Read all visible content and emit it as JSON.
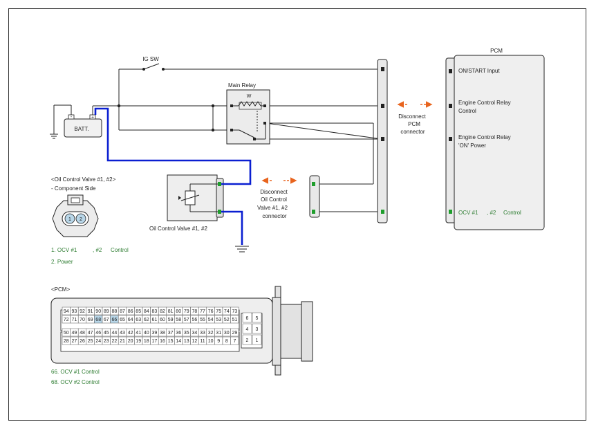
{
  "labels": {
    "ig_sw": "IG SW",
    "main_relay": "Main Relay",
    "batt": "BATT.",
    "batt_minus": "-",
    "batt_plus": "+",
    "pcm": "PCM",
    "on_start": "ON/START Input",
    "ecr_control_1": "Engine Control Relay",
    "ecr_control_2": "Control",
    "ecr_power_1": "Engine Control Relay",
    "ecr_power_2": "'ON' Power",
    "ocv_ctrl_a": "OCV #1",
    "ocv_ctrl_b": ", #2",
    "ocv_ctrl_c": "Control",
    "disc_pcm_1": "Disconnect",
    "disc_pcm_2": "PCM",
    "disc_pcm_3": "connector",
    "disc_ocv_1": "Disconnect",
    "disc_ocv_2": "Oil Control",
    "disc_ocv_3": "Valve #1, #2",
    "disc_ocv_4": "connector",
    "ocv_name": "Oil Control Valve #1, #2",
    "ocv_conn_title": "<Oil Control Valve #1, #2>",
    "ocv_conn_side": "- Component Side",
    "ocv_pin1": "1",
    "ocv_pin2": "2",
    "legend1_a": "1. OCV #1",
    "legend1_b": ", #2",
    "legend1_c": "Control",
    "legend2": "2. Power",
    "pcm_conn_title": "<PCM>",
    "pcm_legend1": "66.    OCV #1 Control",
    "pcm_legend2": "68.    OCV #2 Control"
  },
  "pcm_connector": {
    "row1": [
      "94",
      "93",
      "92",
      "91",
      "90",
      "89",
      "88",
      "87",
      "86",
      "85",
      "84",
      "83",
      "82",
      "81",
      "80",
      "79",
      "78",
      "77",
      "76",
      "75",
      "74",
      "73"
    ],
    "row2": [
      "72",
      "71",
      "70",
      "69",
      "68",
      "67",
      "66",
      "65",
      "64",
      "63",
      "62",
      "61",
      "60",
      "59",
      "58",
      "57",
      "56",
      "55",
      "54",
      "53",
      "52",
      "51"
    ],
    "row3": [
      "50",
      "49",
      "48",
      "47",
      "46",
      "45",
      "44",
      "43",
      "42",
      "41",
      "40",
      "39",
      "38",
      "37",
      "36",
      "35",
      "34",
      "33",
      "32",
      "31",
      "30",
      "29"
    ],
    "row4": [
      "28",
      "27",
      "26",
      "25",
      "24",
      "23",
      "22",
      "21",
      "20",
      "19",
      "18",
      "17",
      "16",
      "15",
      "14",
      "13",
      "12",
      "11",
      "10",
      "9",
      "8",
      "7"
    ],
    "side_left": [
      "6",
      "4",
      "2"
    ],
    "side_right": [
      "5",
      "3",
      "1"
    ],
    "highlight": [
      "66",
      "68"
    ]
  },
  "colors": {
    "wire": "#222222",
    "highlight_wire": "#0a1fd1",
    "arrow": "#e8641e",
    "pin_green": "#1e9e2c",
    "legend_green": "#2e7d32",
    "pin_highlight": "#b8d6e8"
  }
}
